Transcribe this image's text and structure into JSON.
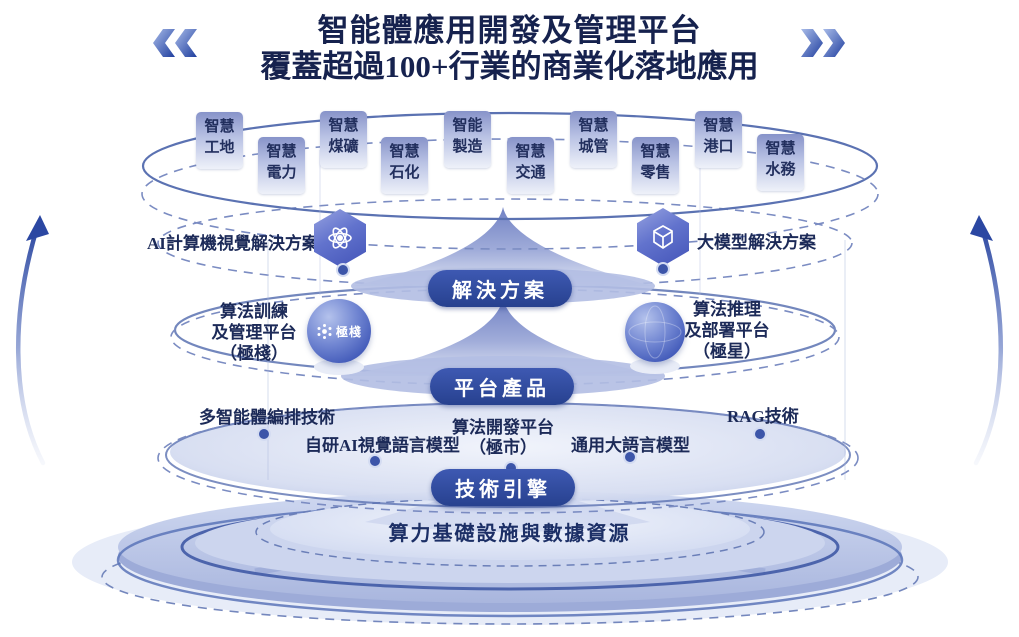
{
  "title": {
    "line1": "智能體應用開發及管理平台",
    "line2": "覆蓋超過100+行業的商業化落地應用"
  },
  "industries": [
    "智慧工地",
    "智慧電力",
    "智慧煤礦",
    "智慧石化",
    "智能製造",
    "智慧交通",
    "智慧城管",
    "智慧零售",
    "智慧港口",
    "智慧水務"
  ],
  "solutions": {
    "left_label": "AI計算機視覺解決方案",
    "right_label": "大模型解決方案",
    "pill": "解決方案"
  },
  "products": {
    "left_lines": [
      "算法訓練",
      "及管理平台",
      "（極棧）"
    ],
    "left_logo_text": "極棧",
    "right_lines": [
      "算法推理",
      "及部署平台",
      "（極星）"
    ],
    "pill": "平台產品"
  },
  "engine": {
    "item_agent": "多智能體編排技術",
    "item_vlm": "自研AI視覺語言模型",
    "item_devplat_l1": "算法開發平台",
    "item_devplat_l2": "（極市）",
    "item_llm": "通用大語言模型",
    "item_rag": "RAG技術",
    "pill": "技術引擎"
  },
  "foundation": "算力基礎設施與數據資源",
  "icons": {
    "left_solution": "atom-vision-icon",
    "right_solution": "cube-model-icon",
    "left_product": "network-node-icon",
    "decor_left": "double-chevron-left-icon",
    "decor_right": "double-chevron-right-icon"
  },
  "colors": {
    "title_navy": "#16224e",
    "label_navy": "#1c2a58",
    "pill_blue": "#2c479e",
    "hexagon_blue": "#5565c2",
    "ring_blue": "#5b72b2",
    "disc_light": "#ccd5ee"
  }
}
